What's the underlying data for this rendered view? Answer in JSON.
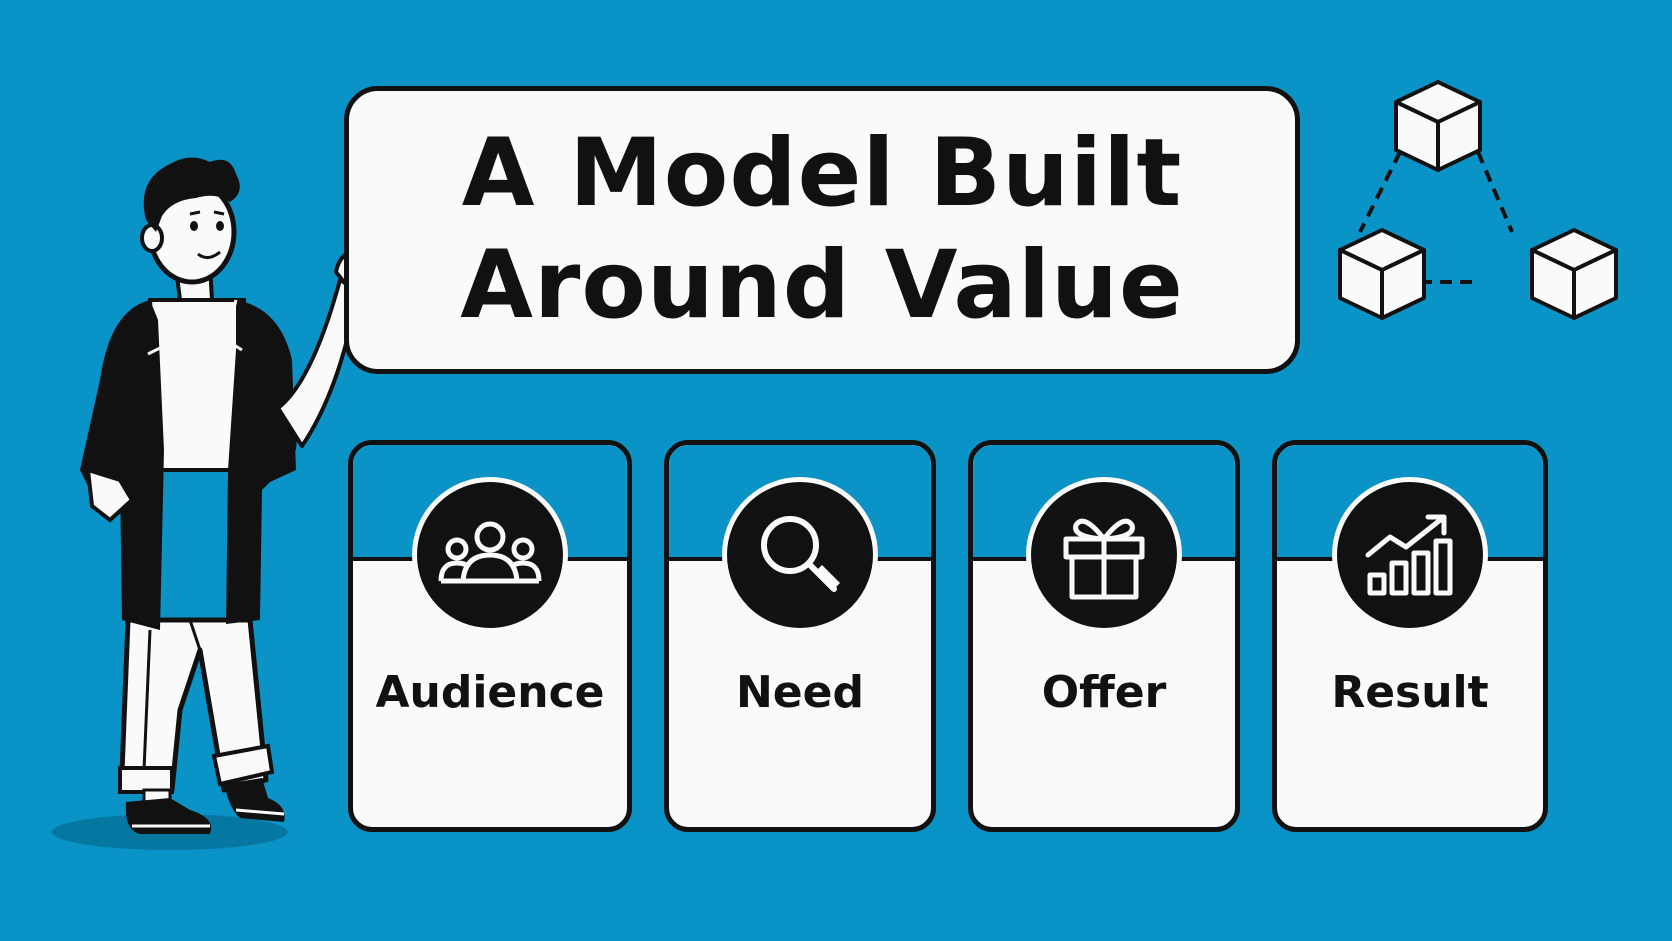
{
  "title": {
    "line1": "A Model Built",
    "line2": "Around Value"
  },
  "cards": [
    {
      "label": "Audience",
      "icon": "people-icon"
    },
    {
      "label": "Need",
      "icon": "magnifier-icon"
    },
    {
      "label": "Offer",
      "icon": "gift-icon"
    },
    {
      "label": "Result",
      "icon": "growth-chart-icon"
    }
  ],
  "colors": {
    "background": "#0A93C6",
    "ink": "#111111",
    "paper": "#FAFAFA"
  }
}
